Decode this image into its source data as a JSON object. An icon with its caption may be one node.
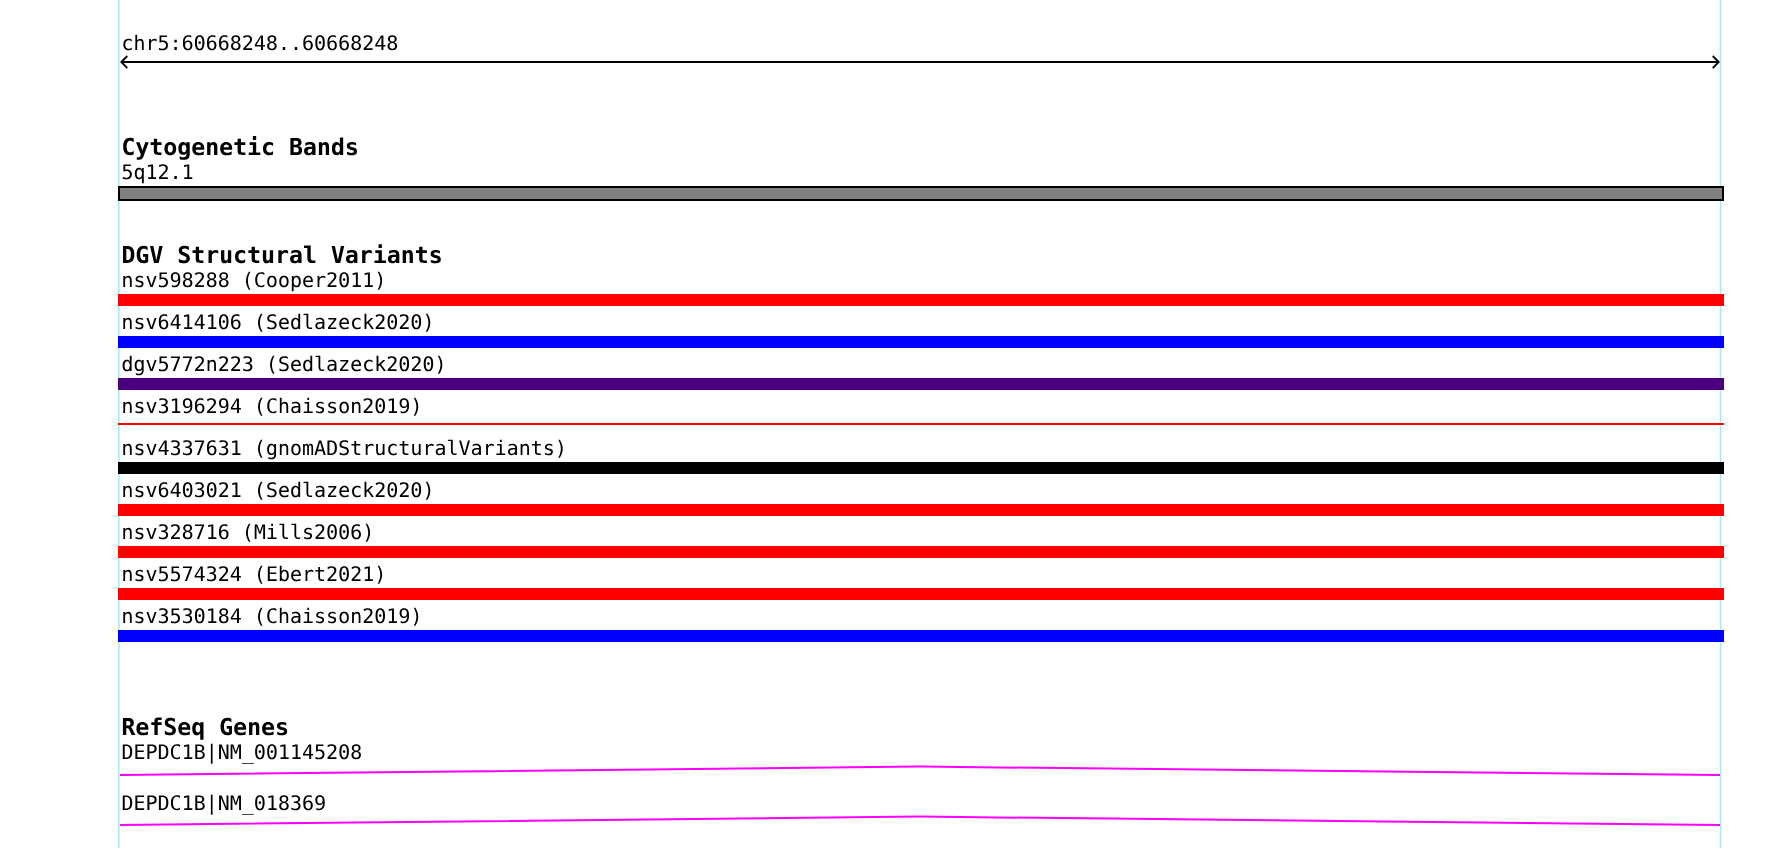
{
  "diagram": {
    "nodes": [
      {
        "text": [
          "5q12.1"
        ]
      },
      {
        "text": [
          "nsv598288 (Cooper2011)"
        ]
      },
      {
        "text": [
          "nsv6414106 (Sedlazeck2020)"
        ]
      },
      {
        "text": [
          "dgv5772n223 (Sedlazeck2020)"
        ]
      },
      {
        "text": [
          "nsv3196294 (Chaisson2019)"
        ]
      },
      {
        "text": [
          "nsv4337631 (gnomADStructuralVariants)"
        ]
      },
      {
        "text": [
          "nsv6403021 (Sedlazeck2020)"
        ]
      },
      {
        "text": [
          "nsv328716 (Mills2006)"
        ]
      },
      {
        "text": [
          "nsv5574324 (Ebert2021)"
        ]
      },
      {
        "text": [
          "nsv3530184 (Chaisson2019)"
        ]
      },
      {
        "text": [
          "DEPDC1B|NM_001145208"
        ]
      },
      {
        "text": [
          "DEPDC1B|NM_018369"
        ]
      }
    ],
    "labels": [
      "chr5:60668248..60668248",
      "Cytogenetic Bands",
      "DGV Structural Variants",
      "RefSeq Genes"
    ]
  }
}
